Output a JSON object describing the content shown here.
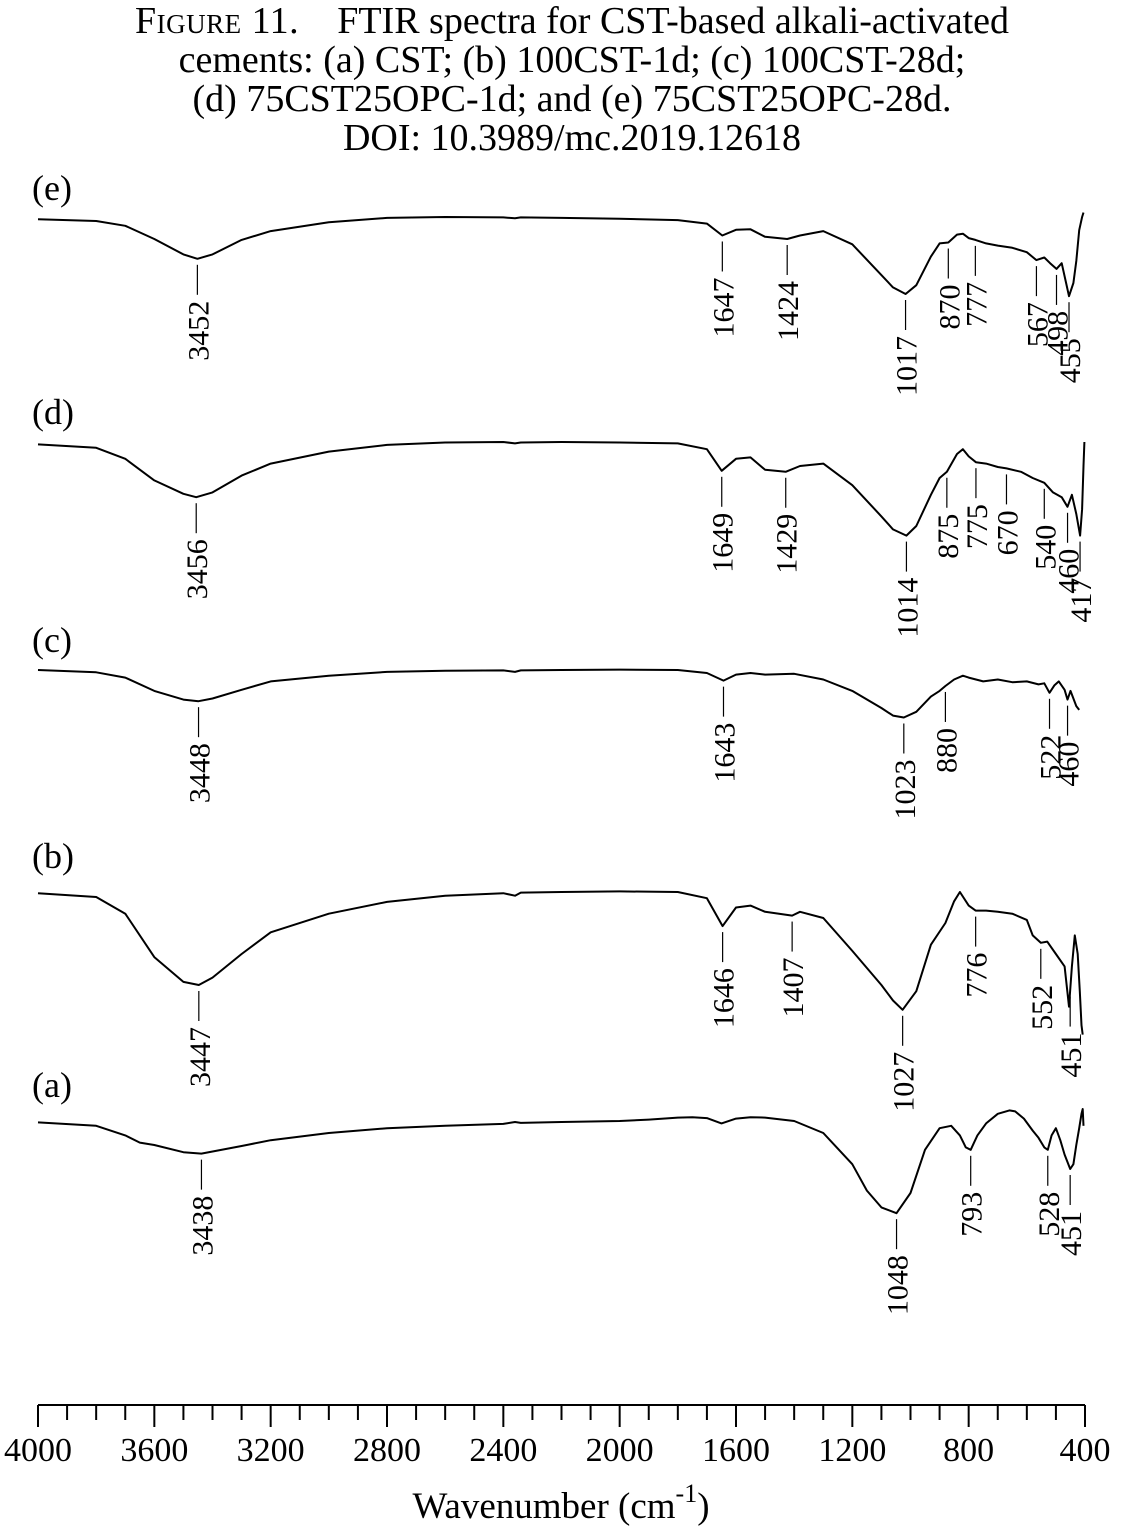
{
  "caption": {
    "figure_label": "Figure 11.",
    "line1": "FTIR spectra for CST-based alkali-activated",
    "line2": "cements: (a) CST; (b) 100CST-1d; (c) 100CST-28d;",
    "line3": "(d) 75CST25OPC-1d; and (e) 75CST25OPC-28d.",
    "line4": "DOI: 10.3989/mc.2019.12618"
  },
  "chart_data": {
    "type": "line",
    "title": "",
    "xlabel": "Wavenumber (cm",
    "xlabel_sup": "-1",
    "xlabel_close": ")",
    "ylabel": "",
    "xlim": [
      4000,
      400
    ],
    "x_reversed": true,
    "grid": false,
    "x_ticks": [
      4000,
      3600,
      3200,
      2800,
      2400,
      2000,
      1600,
      1200,
      800,
      400
    ],
    "x_minor_step": 100,
    "series": [
      {
        "name": "(e)",
        "points": [
          [
            4000,
            0.05
          ],
          [
            3800,
            0.09
          ],
          [
            3700,
            0.2
          ],
          [
            3600,
            0.5
          ],
          [
            3500,
            0.85
          ],
          [
            3452,
            0.95
          ],
          [
            3400,
            0.85
          ],
          [
            3300,
            0.52
          ],
          [
            3200,
            0.32
          ],
          [
            3000,
            0.12
          ],
          [
            2800,
            0.02
          ],
          [
            2600,
            0
          ],
          [
            2400,
            0.01
          ],
          [
            2360,
            0.03
          ],
          [
            2340,
            0.01
          ],
          [
            2200,
            0.02
          ],
          [
            2000,
            0.04
          ],
          [
            1800,
            0.07
          ],
          [
            1700,
            0.15
          ],
          [
            1647,
            0.42
          ],
          [
            1600,
            0.29
          ],
          [
            1550,
            0.28
          ],
          [
            1500,
            0.45
          ],
          [
            1424,
            0.5
          ],
          [
            1380,
            0.42
          ],
          [
            1300,
            0.32
          ],
          [
            1200,
            0.62
          ],
          [
            1100,
            1.32
          ],
          [
            1060,
            1.6
          ],
          [
            1017,
            1.75
          ],
          [
            980,
            1.55
          ],
          [
            930,
            0.9
          ],
          [
            900,
            0.6
          ],
          [
            870,
            0.58
          ],
          [
            840,
            0.4
          ],
          [
            820,
            0.38
          ],
          [
            800,
            0.48
          ],
          [
            777,
            0.52
          ],
          [
            740,
            0.6
          ],
          [
            700,
            0.65
          ],
          [
            650,
            0.7
          ],
          [
            600,
            0.8
          ],
          [
            567,
            0.98
          ],
          [
            540,
            0.92
          ],
          [
            520,
            1.05
          ],
          [
            498,
            1.18
          ],
          [
            480,
            1.05
          ],
          [
            465,
            1.5
          ],
          [
            455,
            1.8
          ],
          [
            440,
            1.5
          ],
          [
            430,
            1.0
          ],
          [
            420,
            0.3
          ],
          [
            410,
            0
          ],
          [
            405,
            -0.1
          ]
        ],
        "peaks": [
          3452,
          1647,
          1424,
          1017,
          870,
          777,
          567,
          498,
          455
        ]
      },
      {
        "name": "(d)",
        "points": [
          [
            4000,
            0.05
          ],
          [
            3800,
            0.12
          ],
          [
            3700,
            0.35
          ],
          [
            3600,
            0.8
          ],
          [
            3500,
            1.08
          ],
          [
            3456,
            1.15
          ],
          [
            3400,
            1.05
          ],
          [
            3300,
            0.7
          ],
          [
            3200,
            0.45
          ],
          [
            3000,
            0.2
          ],
          [
            2800,
            0.06
          ],
          [
            2600,
            0.01
          ],
          [
            2400,
            0
          ],
          [
            2360,
            0.03
          ],
          [
            2340,
            0.01
          ],
          [
            2200,
            0
          ],
          [
            2000,
            0.01
          ],
          [
            1800,
            0.03
          ],
          [
            1700,
            0.15
          ],
          [
            1649,
            0.6
          ],
          [
            1600,
            0.35
          ],
          [
            1550,
            0.32
          ],
          [
            1500,
            0.58
          ],
          [
            1429,
            0.62
          ],
          [
            1380,
            0.5
          ],
          [
            1300,
            0.45
          ],
          [
            1200,
            0.9
          ],
          [
            1100,
            1.55
          ],
          [
            1060,
            1.82
          ],
          [
            1014,
            1.95
          ],
          [
            980,
            1.75
          ],
          [
            930,
            1.1
          ],
          [
            900,
            0.75
          ],
          [
            875,
            0.62
          ],
          [
            840,
            0.25
          ],
          [
            820,
            0.15
          ],
          [
            800,
            0.3
          ],
          [
            775,
            0.42
          ],
          [
            740,
            0.45
          ],
          [
            700,
            0.52
          ],
          [
            670,
            0.55
          ],
          [
            620,
            0.62
          ],
          [
            580,
            0.75
          ],
          [
            540,
            0.85
          ],
          [
            510,
            1.05
          ],
          [
            480,
            1.15
          ],
          [
            460,
            1.35
          ],
          [
            445,
            1.1
          ],
          [
            430,
            1.5
          ],
          [
            417,
            1.95
          ],
          [
            410,
            1.4
          ],
          [
            405,
            0.5
          ],
          [
            402,
            0
          ]
        ],
        "peaks": [
          3456,
          1649,
          1429,
          1014,
          875,
          775,
          670,
          540,
          460,
          417
        ]
      },
      {
        "name": "(c)",
        "points": [
          [
            4000,
            0
          ],
          [
            3800,
            0.06
          ],
          [
            3700,
            0.2
          ],
          [
            3600,
            0.55
          ],
          [
            3500,
            0.78
          ],
          [
            3448,
            0.82
          ],
          [
            3400,
            0.75
          ],
          [
            3300,
            0.52
          ],
          [
            3200,
            0.3
          ],
          [
            3000,
            0.15
          ],
          [
            2800,
            0.05
          ],
          [
            2600,
            0.02
          ],
          [
            2400,
            0.01
          ],
          [
            2360,
            0.05
          ],
          [
            2340,
            0.01
          ],
          [
            2200,
            0
          ],
          [
            2000,
            -0.01
          ],
          [
            1800,
            0
          ],
          [
            1700,
            0.08
          ],
          [
            1643,
            0.28
          ],
          [
            1600,
            0.12
          ],
          [
            1550,
            0.08
          ],
          [
            1500,
            0.12
          ],
          [
            1400,
            0.1
          ],
          [
            1300,
            0.25
          ],
          [
            1200,
            0.55
          ],
          [
            1100,
            1.0
          ],
          [
            1060,
            1.2
          ],
          [
            1023,
            1.25
          ],
          [
            980,
            1.1
          ],
          [
            930,
            0.7
          ],
          [
            900,
            0.55
          ],
          [
            880,
            0.42
          ],
          [
            850,
            0.25
          ],
          [
            820,
            0.15
          ],
          [
            800,
            0.2
          ],
          [
            750,
            0.3
          ],
          [
            700,
            0.25
          ],
          [
            650,
            0.32
          ],
          [
            600,
            0.3
          ],
          [
            560,
            0.38
          ],
          [
            540,
            0.35
          ],
          [
            522,
            0.6
          ],
          [
            505,
            0.4
          ],
          [
            490,
            0.3
          ],
          [
            470,
            0.52
          ],
          [
            460,
            0.78
          ],
          [
            450,
            0.55
          ],
          [
            440,
            0.75
          ],
          [
            430,
            0.95
          ],
          [
            420,
            1.05
          ]
        ],
        "peaks": [
          3448,
          1643,
          1023,
          880,
          522,
          460
        ]
      },
      {
        "name": "(b)",
        "points": [
          [
            4000,
            0.02
          ],
          [
            3800,
            0.08
          ],
          [
            3700,
            0.35
          ],
          [
            3600,
            1.05
          ],
          [
            3500,
            1.45
          ],
          [
            3447,
            1.5
          ],
          [
            3400,
            1.38
          ],
          [
            3300,
            1.0
          ],
          [
            3200,
            0.65
          ],
          [
            3000,
            0.35
          ],
          [
            2800,
            0.16
          ],
          [
            2600,
            0.06
          ],
          [
            2400,
            0.02
          ],
          [
            2360,
            0.06
          ],
          [
            2340,
            0.01
          ],
          [
            2200,
            0
          ],
          [
            2000,
            -0.01
          ],
          [
            1800,
            0
          ],
          [
            1700,
            0.1
          ],
          [
            1646,
            0.55
          ],
          [
            1600,
            0.25
          ],
          [
            1550,
            0.22
          ],
          [
            1500,
            0.32
          ],
          [
            1407,
            0.38
          ],
          [
            1380,
            0.32
          ],
          [
            1300,
            0.42
          ],
          [
            1200,
            0.95
          ],
          [
            1100,
            1.5
          ],
          [
            1060,
            1.75
          ],
          [
            1027,
            1.9
          ],
          [
            980,
            1.6
          ],
          [
            930,
            0.85
          ],
          [
            880,
            0.5
          ],
          [
            850,
            0.15
          ],
          [
            830,
            0
          ],
          [
            800,
            0.22
          ],
          [
            776,
            0.3
          ],
          [
            740,
            0.3
          ],
          [
            700,
            0.32
          ],
          [
            650,
            0.35
          ],
          [
            600,
            0.45
          ],
          [
            580,
            0.7
          ],
          [
            552,
            0.82
          ],
          [
            530,
            0.8
          ],
          [
            500,
            1.0
          ],
          [
            470,
            1.2
          ],
          [
            455,
            1.85
          ],
          [
            445,
            1.2
          ],
          [
            435,
            0.7
          ],
          [
            425,
            1.0
          ],
          [
            418,
            1.6
          ],
          [
            412,
            2.15
          ],
          [
            408,
            2.3
          ]
        ],
        "peaks": [
          3447,
          1646,
          1407,
          1027,
          776,
          552,
          451
        ]
      },
      {
        "name": "(a)",
        "points": [
          [
            4000,
            0.03
          ],
          [
            3800,
            0.1
          ],
          [
            3700,
            0.3
          ],
          [
            3650,
            0.45
          ],
          [
            3600,
            0.5
          ],
          [
            3500,
            0.65
          ],
          [
            3438,
            0.68
          ],
          [
            3300,
            0.52
          ],
          [
            3200,
            0.4
          ],
          [
            3000,
            0.25
          ],
          [
            2800,
            0.15
          ],
          [
            2600,
            0.1
          ],
          [
            2400,
            0.06
          ],
          [
            2360,
            0.02
          ],
          [
            2340,
            0.04
          ],
          [
            2200,
            0.02
          ],
          [
            2000,
            0
          ],
          [
            1900,
            -0.03
          ],
          [
            1800,
            -0.07
          ],
          [
            1750,
            -0.08
          ],
          [
            1700,
            -0.06
          ],
          [
            1650,
            0.05
          ],
          [
            1600,
            -0.05
          ],
          [
            1550,
            -0.08
          ],
          [
            1500,
            -0.07
          ],
          [
            1400,
            0
          ],
          [
            1300,
            0.25
          ],
          [
            1200,
            0.9
          ],
          [
            1150,
            1.45
          ],
          [
            1100,
            1.8
          ],
          [
            1048,
            1.92
          ],
          [
            1000,
            1.5
          ],
          [
            950,
            0.6
          ],
          [
            900,
            0.15
          ],
          [
            860,
            0.1
          ],
          [
            830,
            0.3
          ],
          [
            810,
            0.55
          ],
          [
            793,
            0.6
          ],
          [
            770,
            0.3
          ],
          [
            740,
            0.05
          ],
          [
            700,
            -0.15
          ],
          [
            660,
            -0.22
          ],
          [
            640,
            -0.2
          ],
          [
            610,
            -0.05
          ],
          [
            580,
            0.2
          ],
          [
            560,
            0.35
          ],
          [
            540,
            0.55
          ],
          [
            528,
            0.6
          ],
          [
            515,
            0.3
          ],
          [
            500,
            0.15
          ],
          [
            485,
            0.4
          ],
          [
            470,
            0.7
          ],
          [
            451,
            1.0
          ],
          [
            440,
            0.9
          ],
          [
            430,
            0.5
          ],
          [
            420,
            0.15
          ],
          [
            412,
            -0.15
          ],
          [
            408,
            -0.25
          ],
          [
            405,
            0.1
          ]
        ],
        "peaks": [
          3438,
          1048,
          793,
          528,
          451
        ]
      }
    ]
  }
}
